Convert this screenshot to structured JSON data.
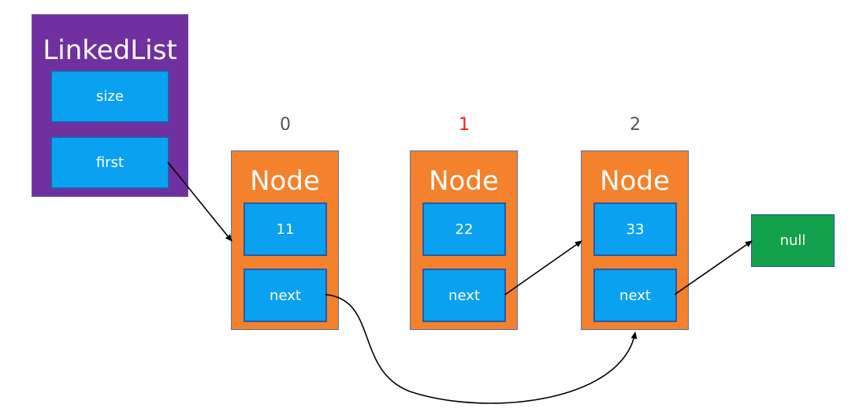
{
  "linked_list": {
    "title": "LinkedList",
    "fields": [
      "size",
      "first"
    ]
  },
  "nodes": [
    {
      "index": "0",
      "title": "Node",
      "value": "11",
      "next_label": "next"
    },
    {
      "index": "1",
      "title": "Node",
      "value": "22",
      "next_label": "next"
    },
    {
      "index": "2",
      "title": "Node",
      "value": "33",
      "next_label": "next"
    }
  ],
  "null_label": "null",
  "colors": {
    "list_container": "#7030a0",
    "node_container": "#f4812b",
    "field_cell": "#0aa1f0",
    "null_box": "#12a04a",
    "highlight_index": "#ff1c1c",
    "normal_index": "#555555"
  }
}
